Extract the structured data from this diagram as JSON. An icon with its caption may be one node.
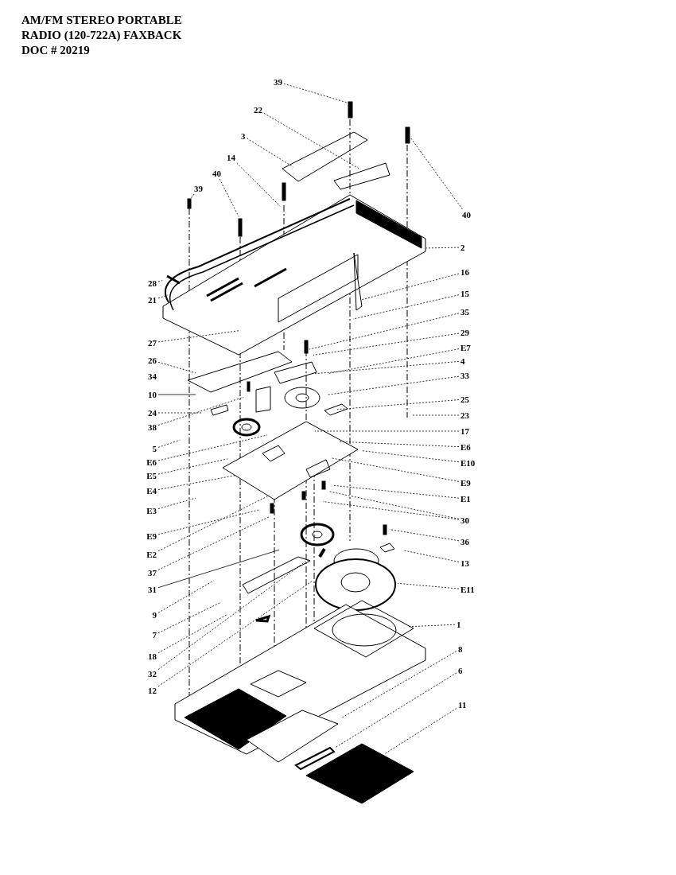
{
  "diagram": {
    "title": "AM/FM STEREO PORTABLE RADIO (120-722A) FAXBACK DOC # 20219",
    "nodes": [
      {
        "text": [
          "39"
        ]
      },
      {
        "text": [
          "22"
        ]
      },
      {
        "text": [
          "3"
        ]
      },
      {
        "text": [
          "14"
        ]
      },
      {
        "text": [
          "40"
        ]
      },
      {
        "text": [
          "39"
        ]
      },
      {
        "text": [
          "40"
        ]
      },
      {
        "text": [
          "28"
        ]
      },
      {
        "text": [
          "21"
        ]
      },
      {
        "text": [
          "27"
        ]
      },
      {
        "text": [
          "26"
        ]
      },
      {
        "text": [
          "34"
        ]
      },
      {
        "text": [
          "10"
        ]
      },
      {
        "text": [
          "24"
        ]
      },
      {
        "text": [
          "38"
        ]
      },
      {
        "text": [
          "5"
        ]
      },
      {
        "text": [
          "E6"
        ]
      },
      {
        "text": [
          "E5"
        ]
      },
      {
        "text": [
          "E4"
        ]
      },
      {
        "text": [
          "E3"
        ]
      },
      {
        "text": [
          "E9"
        ]
      },
      {
        "text": [
          "E2"
        ]
      },
      {
        "text": [
          "37"
        ]
      },
      {
        "text": [
          "31"
        ]
      },
      {
        "text": [
          "9"
        ]
      },
      {
        "text": [
          "7"
        ]
      },
      {
        "text": [
          "18"
        ]
      },
      {
        "text": [
          "32"
        ]
      },
      {
        "text": [
          "12"
        ]
      },
      {
        "text": [
          "2"
        ]
      },
      {
        "text": [
          "16"
        ]
      },
      {
        "text": [
          "15"
        ]
      },
      {
        "text": [
          "35"
        ]
      },
      {
        "text": [
          "29"
        ]
      },
      {
        "text": [
          "E7"
        ]
      },
      {
        "text": [
          "4"
        ]
      },
      {
        "text": [
          "33"
        ]
      },
      {
        "text": [
          "25"
        ]
      },
      {
        "text": [
          "23"
        ]
      },
      {
        "text": [
          "17"
        ]
      },
      {
        "text": [
          "E6"
        ]
      },
      {
        "text": [
          "E10"
        ]
      },
      {
        "text": [
          "E9"
        ]
      },
      {
        "text": [
          "E1"
        ]
      },
      {
        "text": [
          "30"
        ]
      },
      {
        "text": [
          "36"
        ]
      },
      {
        "text": [
          "13"
        ]
      },
      {
        "text": [
          "E11"
        ]
      },
      {
        "text": [
          "1"
        ]
      },
      {
        "text": [
          "8"
        ]
      },
      {
        "text": [
          "6"
        ]
      },
      {
        "text": [
          "11"
        ]
      }
    ],
    "edges": [
      {
        "from": 0,
        "to": null,
        "arrow": "none",
        "style": "dashed"
      },
      {
        "from": 1,
        "to": null,
        "arrow": "none",
        "style": "dashed"
      },
      {
        "from": 2,
        "to": null,
        "arrow": "none",
        "style": "dashed"
      },
      {
        "from": 3,
        "to": null,
        "arrow": "none",
        "style": "dashed"
      },
      {
        "from": 4,
        "to": null,
        "arrow": "none",
        "style": "dashed"
      },
      {
        "from": 5,
        "to": null,
        "arrow": "none",
        "style": "dashed"
      },
      {
        "from": 6,
        "to": null,
        "arrow": "none",
        "style": "dashed"
      },
      {
        "from": 7,
        "to": null,
        "arrow": "none",
        "style": "dashed"
      },
      {
        "from": 8,
        "to": null,
        "arrow": "none",
        "style": "dashed"
      },
      {
        "from": 9,
        "to": null,
        "arrow": "none",
        "style": "dashed"
      },
      {
        "from": 10,
        "to": null,
        "arrow": "none",
        "style": "dashed"
      },
      {
        "from": 12,
        "to": null,
        "arrow": "none"
      },
      {
        "from": 13,
        "to": null,
        "arrow": "none",
        "style": "dashed"
      },
      {
        "from": 14,
        "to": null,
        "arrow": "none",
        "style": "dashed"
      },
      {
        "from": 15,
        "to": null,
        "arrow": "none",
        "style": "dashed"
      },
      {
        "from": 16,
        "to": null,
        "arrow": "none",
        "style": "dashed"
      },
      {
        "from": 17,
        "to": null,
        "arrow": "none",
        "style": "dashed"
      },
      {
        "from": 18,
        "to": null,
        "arrow": "none",
        "style": "dashed"
      },
      {
        "from": 19,
        "to": null,
        "arrow": "none",
        "style": "dashed"
      },
      {
        "from": 20,
        "to": null,
        "arrow": "none",
        "style": "dashed"
      },
      {
        "from": 21,
        "to": null,
        "arrow": "none",
        "style": "dashed"
      },
      {
        "from": 22,
        "to": null,
        "arrow": "none",
        "style": "dashed"
      },
      {
        "from": 23,
        "to": null,
        "arrow": "none"
      },
      {
        "from": 24,
        "to": null,
        "arrow": "none",
        "style": "dashed"
      },
      {
        "from": 25,
        "to": null,
        "arrow": "none",
        "style": "dashed"
      },
      {
        "from": 26,
        "to": null,
        "arrow": "none",
        "style": "dashed"
      },
      {
        "from": 27,
        "to": null,
        "arrow": "none",
        "style": "dashed"
      },
      {
        "from": 28,
        "to": null,
        "arrow": "none",
        "style": "dashed"
      },
      {
        "from": 29,
        "to": null,
        "arrow": "none",
        "style": "dashed"
      },
      {
        "from": 30,
        "to": null,
        "arrow": "none",
        "style": "dashed"
      },
      {
        "from": 31,
        "to": null,
        "arrow": "none",
        "style": "dashed"
      },
      {
        "from": 32,
        "to": null,
        "arrow": "none",
        "style": "dashed"
      },
      {
        "from": 33,
        "to": null,
        "arrow": "none",
        "style": "dashed"
      },
      {
        "from": 34,
        "to": null,
        "arrow": "none",
        "style": "dashed"
      },
      {
        "from": 35,
        "to": null,
        "arrow": "none",
        "style": "dashed"
      },
      {
        "from": 36,
        "to": null,
        "arrow": "none",
        "style": "dashed"
      },
      {
        "from": 37,
        "to": null,
        "arrow": "none",
        "style": "dashed"
      },
      {
        "from": 38,
        "to": null,
        "arrow": "none",
        "style": "dashed"
      },
      {
        "from": 39,
        "to": null,
        "arrow": "none",
        "style": "dashed"
      },
      {
        "from": 40,
        "to": null,
        "arrow": "none",
        "style": "dashed"
      },
      {
        "from": 41,
        "to": null,
        "arrow": "none",
        "style": "dashed"
      },
      {
        "from": 42,
        "to": null,
        "arrow": "none",
        "style": "dashed"
      },
      {
        "from": 43,
        "to": null,
        "arrow": "none",
        "style": "dashed"
      },
      {
        "from": 44,
        "to": null,
        "arrow": "none",
        "style": "dashed"
      },
      {
        "from": 44,
        "to": null,
        "arrow": "none",
        "style": "dashed"
      },
      {
        "from": 45,
        "to": null,
        "arrow": "none",
        "style": "dashed"
      },
      {
        "from": 46,
        "to": null,
        "arrow": "none",
        "style": "dashed"
      },
      {
        "from": 47,
        "to": null,
        "arrow": "none",
        "style": "dashed"
      },
      {
        "from": 48,
        "to": null,
        "arrow": "none",
        "style": "dashed"
      },
      {
        "from": 49,
        "to": null,
        "arrow": "none",
        "style": "dashed"
      },
      {
        "from": 50,
        "to": null,
        "arrow": "none",
        "style": "dashed"
      },
      {
        "from": 51,
        "to": null,
        "arrow": "none",
        "style": "dashed"
      }
    ]
  }
}
